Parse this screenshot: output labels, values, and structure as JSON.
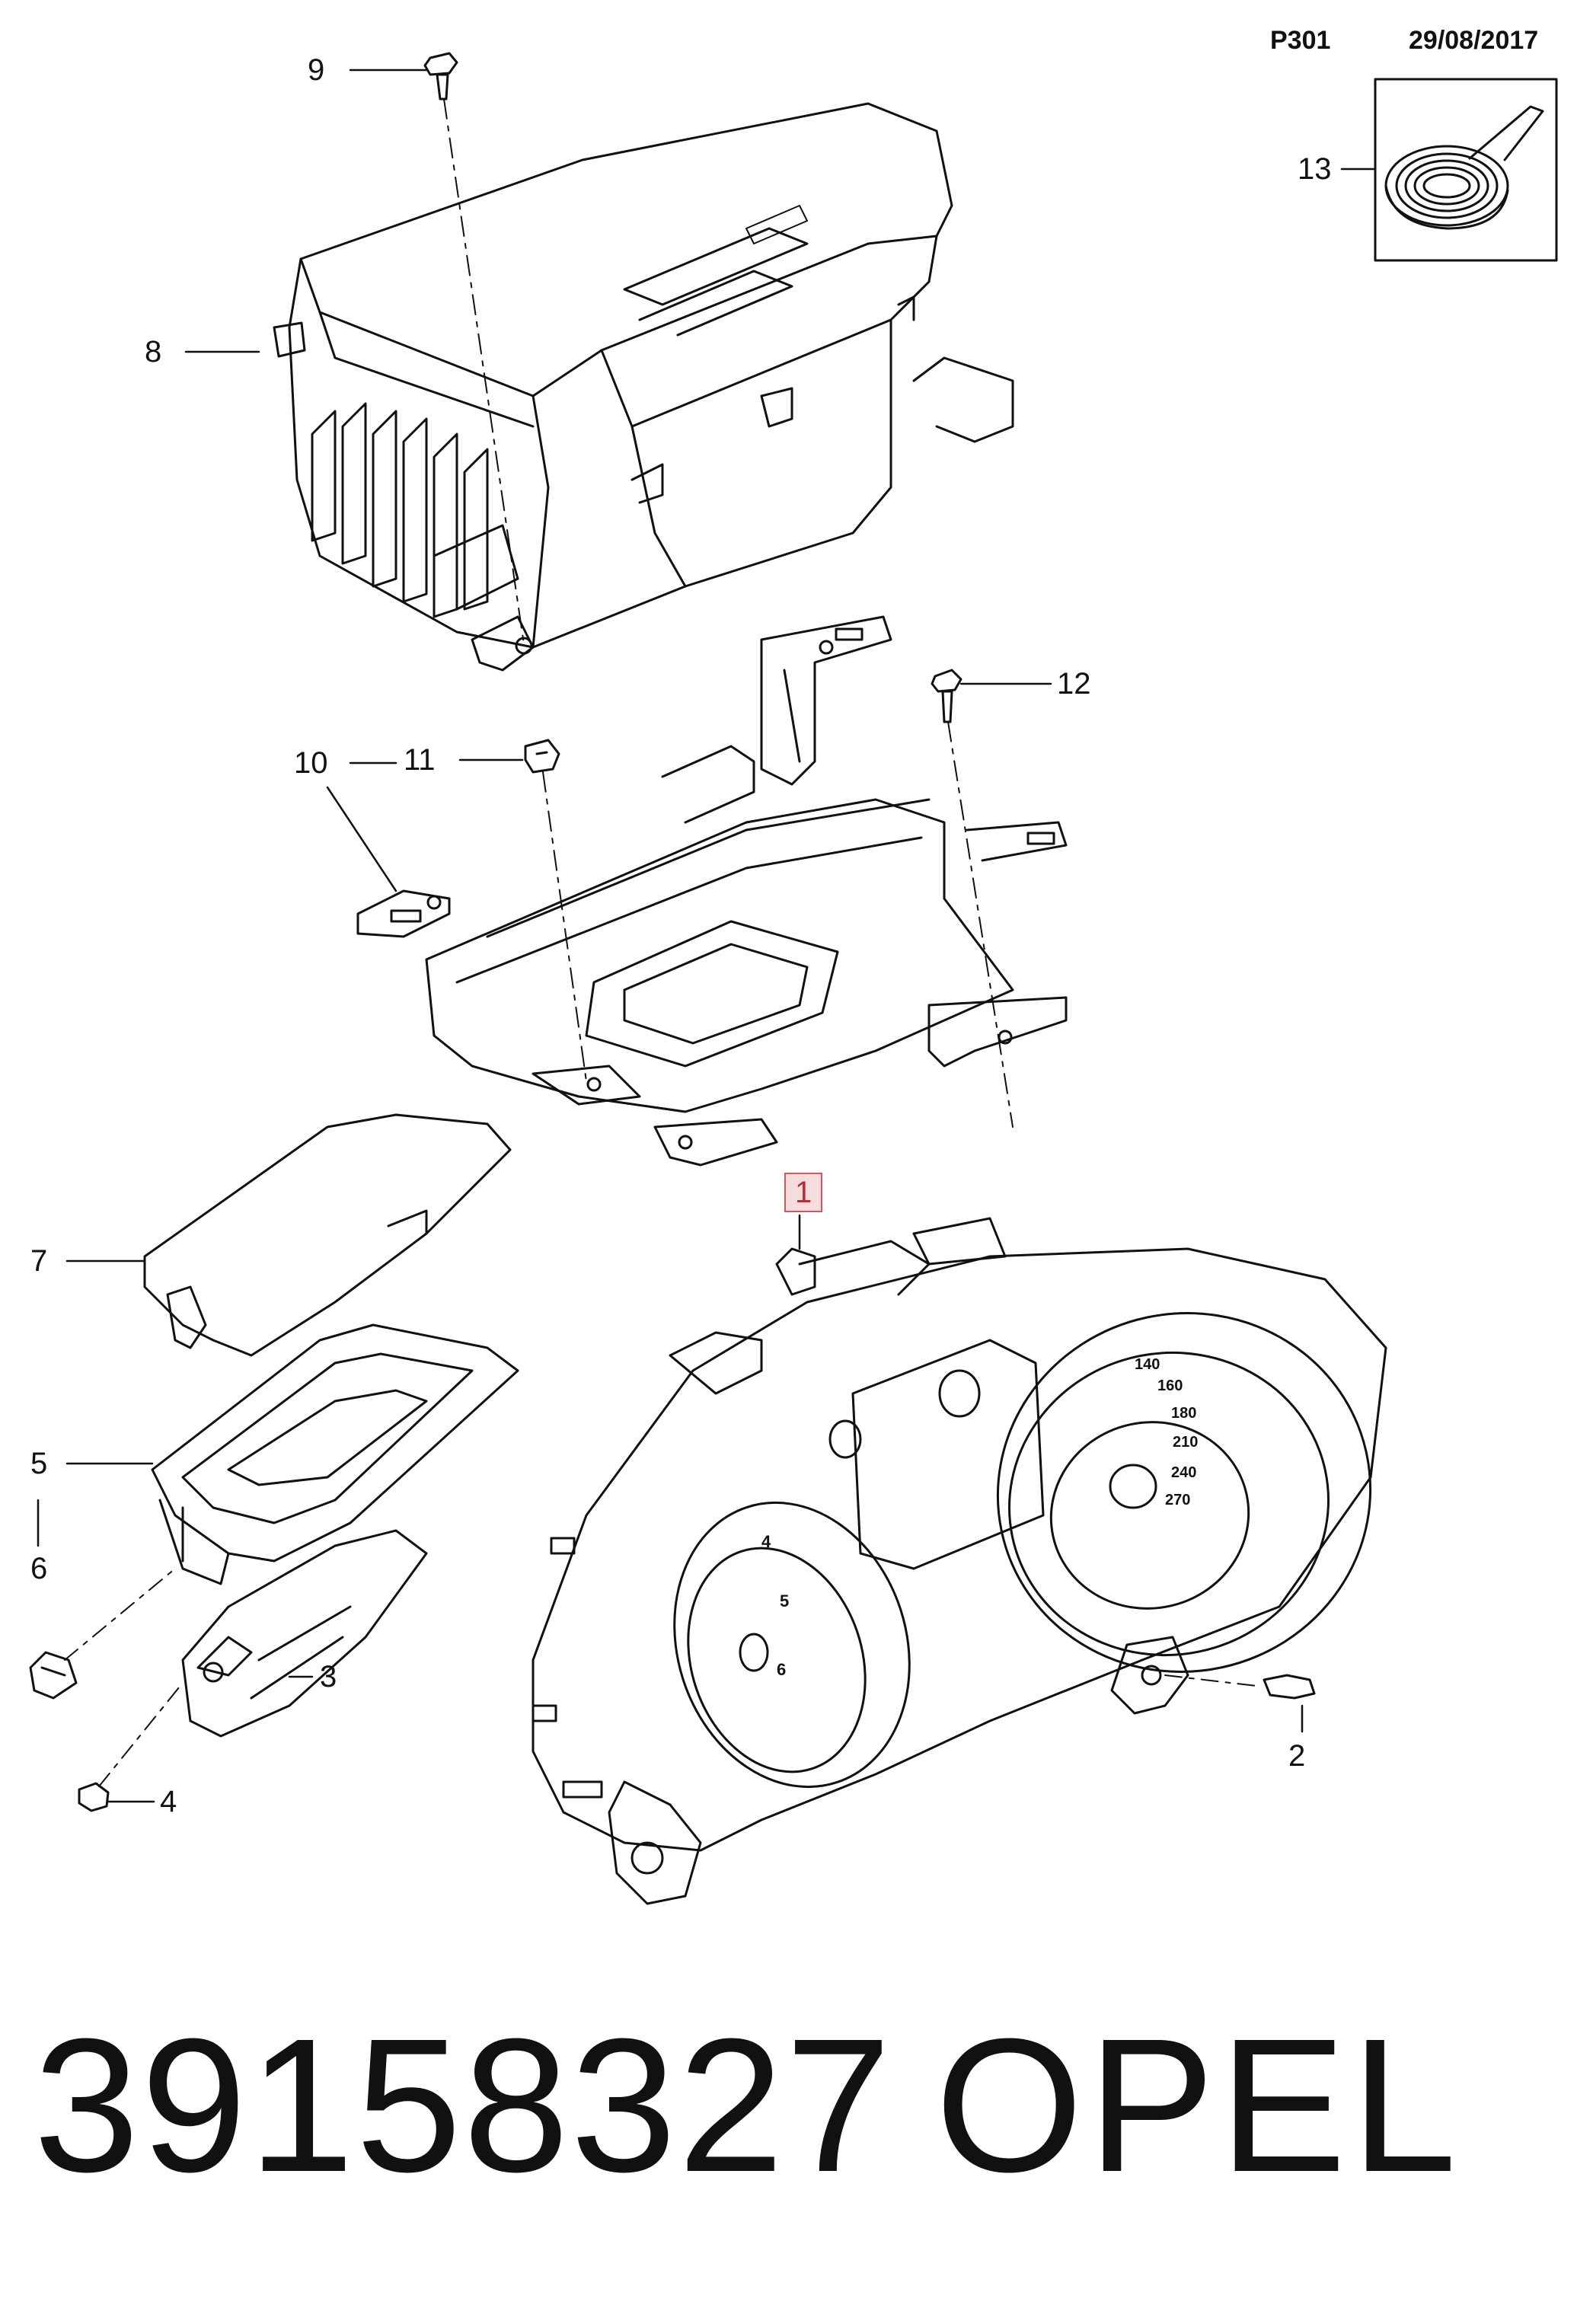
{
  "header": {
    "code": "P301",
    "date": "29/08/2017"
  },
  "callouts": {
    "c1": "1",
    "c2": "2",
    "c3": "3",
    "c4": "4",
    "c5": "5",
    "c6": "6",
    "c7": "7",
    "c8": "8",
    "c9": "9",
    "c10": "10",
    "c11": "11",
    "c12": "12",
    "c13": "13"
  },
  "gauge_labels": {
    "speedo": [
      "140",
      "160",
      "180",
      "210",
      "240",
      "270"
    ],
    "tacho": [
      "4",
      "5",
      "6"
    ]
  },
  "footer": {
    "part_number": "39158327",
    "brand": "OPEL"
  }
}
